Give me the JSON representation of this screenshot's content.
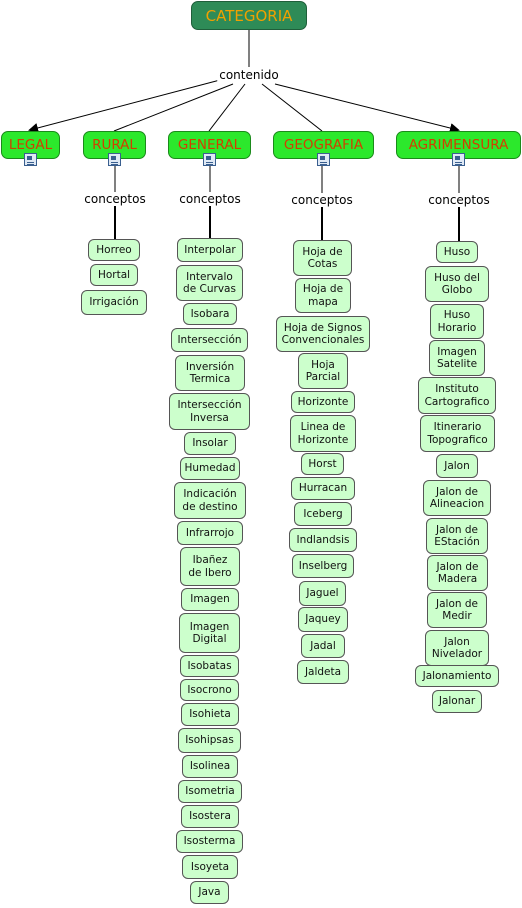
{
  "root": {
    "label": "CATEGORIA"
  },
  "root_link": "contenido",
  "categories": [
    {
      "id": "legal",
      "label": "LEGAL",
      "link": "",
      "items": []
    },
    {
      "id": "rural",
      "label": "RURAL",
      "link": "conceptos",
      "items": [
        "Horreo",
        "Hortal",
        "Irrigación"
      ]
    },
    {
      "id": "general",
      "label": "GENERAL",
      "link": "conceptos",
      "items": [
        "Interpolar",
        "Intervalo\nde Curvas",
        "Isobara",
        "Intersección",
        "Inversión\nTermica",
        "Intersección\nInversa",
        "Insolar",
        "Humedad",
        "Indicación\nde destino",
        "Infrarrojo",
        "Ibañez\nde Ibero",
        "Imagen",
        "Imagen\nDigital",
        "Isobatas",
        "Isocrono",
        "Isohieta",
        "Isohipsas",
        "Isolinea",
        "Isometria",
        "Isostera",
        "Isosterma",
        "Isoyeta",
        "Java"
      ]
    },
    {
      "id": "geografia",
      "label": "GEOGRAFIA",
      "link": "conceptos",
      "items": [
        "Hoja de\nCotas",
        "Hoja de\nmapa",
        "Hoja de Signos\nConvencionales",
        "Hoja\nParcial",
        "Horizonte",
        "Linea de\nHorizonte",
        "Horst",
        "Hurracan",
        "Iceberg",
        "Indlandsis",
        "Inselberg",
        "Jaguel",
        "Jaquey",
        "Jadal",
        "Jaldeta"
      ]
    },
    {
      "id": "agrimensura",
      "label": "AGRIMENSURA",
      "link": "conceptos",
      "items": [
        "Huso",
        "Huso del\nGlobo",
        "Huso\nHorario",
        "Imagen\nSatelite",
        "Instituto\nCartografico",
        "Itinerario\nTopografico",
        "Jalon",
        "Jalon de\nAlineacion",
        "Jalon de\nEStación",
        "Jalon de\nMadera",
        "Jalon de\nMedir",
        "Jalon\nNivelador",
        "Jalonamiento",
        "Jalonar"
      ]
    }
  ]
}
